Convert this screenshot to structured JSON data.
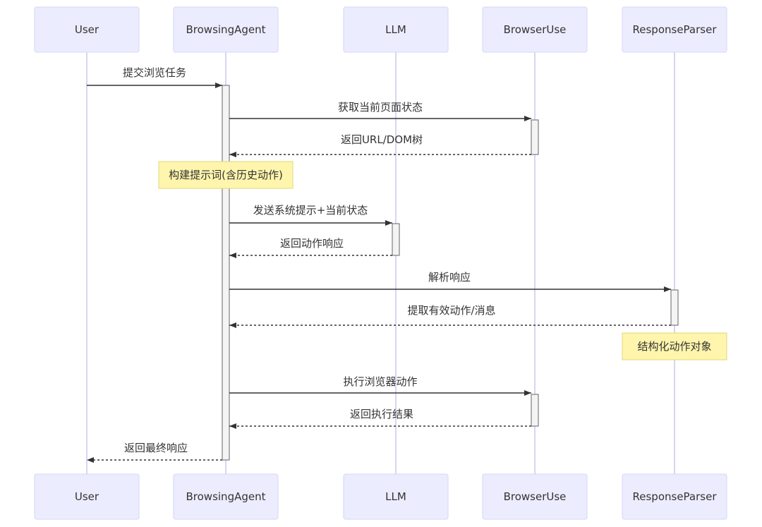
{
  "participants": [
    {
      "id": "user",
      "label": "User"
    },
    {
      "id": "agent",
      "label": "BrowsingAgent"
    },
    {
      "id": "llm",
      "label": "LLM"
    },
    {
      "id": "browser",
      "label": "BrowserUse"
    },
    {
      "id": "parser",
      "label": "ResponseParser"
    }
  ],
  "messages": [
    {
      "from": "user",
      "to": "agent",
      "label": "提交浏览任务",
      "style": "solid"
    },
    {
      "from": "agent",
      "to": "browser",
      "label": "获取当前页面状态",
      "style": "solid"
    },
    {
      "from": "browser",
      "to": "agent",
      "label": "返回URL/DOM树",
      "style": "dashed"
    },
    {
      "from": "agent",
      "to": "llm",
      "label": "发送系统提示+当前状态",
      "style": "solid"
    },
    {
      "from": "llm",
      "to": "agent",
      "label": "返回动作响应",
      "style": "dashed"
    },
    {
      "from": "agent",
      "to": "parser",
      "label": "解析响应",
      "style": "solid"
    },
    {
      "from": "parser",
      "to": "agent",
      "label": "提取有效动作/消息",
      "style": "dashed"
    },
    {
      "from": "agent",
      "to": "browser",
      "label": "执行浏览器动作",
      "style": "solid"
    },
    {
      "from": "browser",
      "to": "agent",
      "label": "返回执行结果",
      "style": "dashed"
    },
    {
      "from": "agent",
      "to": "user",
      "label": "返回最终响应",
      "style": "dashed"
    }
  ],
  "notes": [
    {
      "over": "agent",
      "label": "构建提示词(含历史动作)"
    },
    {
      "over": "parser",
      "label": "结构化动作对象"
    }
  ]
}
